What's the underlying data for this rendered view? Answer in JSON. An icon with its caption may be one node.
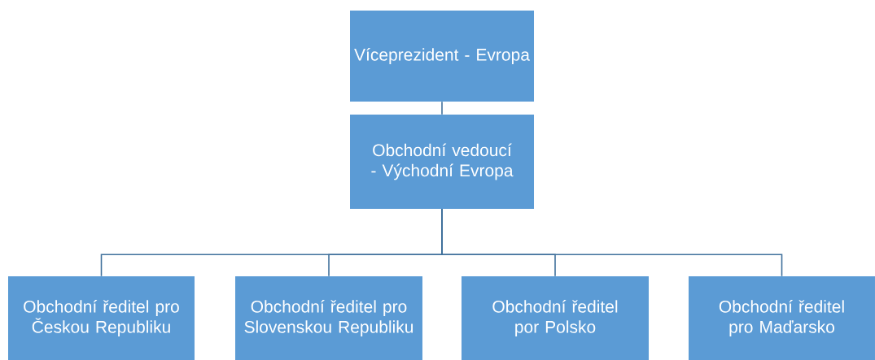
{
  "diagram": {
    "nodes": [
      {
        "text": [
          "Víceprezident - Evropa"
        ]
      },
      {
        "text": [
          "Obchodní vedoucí - Východní Evropa"
        ]
      },
      {
        "text": [
          "Obchodní ředitel pro Českou Republiku"
        ]
      },
      {
        "text": [
          "Obchodní ředitel pro Slovenskou Republiku"
        ]
      },
      {
        "text": [
          "Obchodní ředitel por Polsko"
        ]
      },
      {
        "text": [
          "Obchodní ředitel pro Maďarsko"
        ]
      }
    ],
    "edges": [
      {
        "from": 0,
        "to": 1,
        "arrow": "none"
      },
      {
        "from": 1,
        "to": 2,
        "arrow": "none"
      },
      {
        "from": 1,
        "to": 3,
        "arrow": "none"
      },
      {
        "from": 1,
        "to": 4,
        "arrow": "none"
      },
      {
        "from": 1,
        "to": 5,
        "arrow": "none"
      }
    ]
  }
}
